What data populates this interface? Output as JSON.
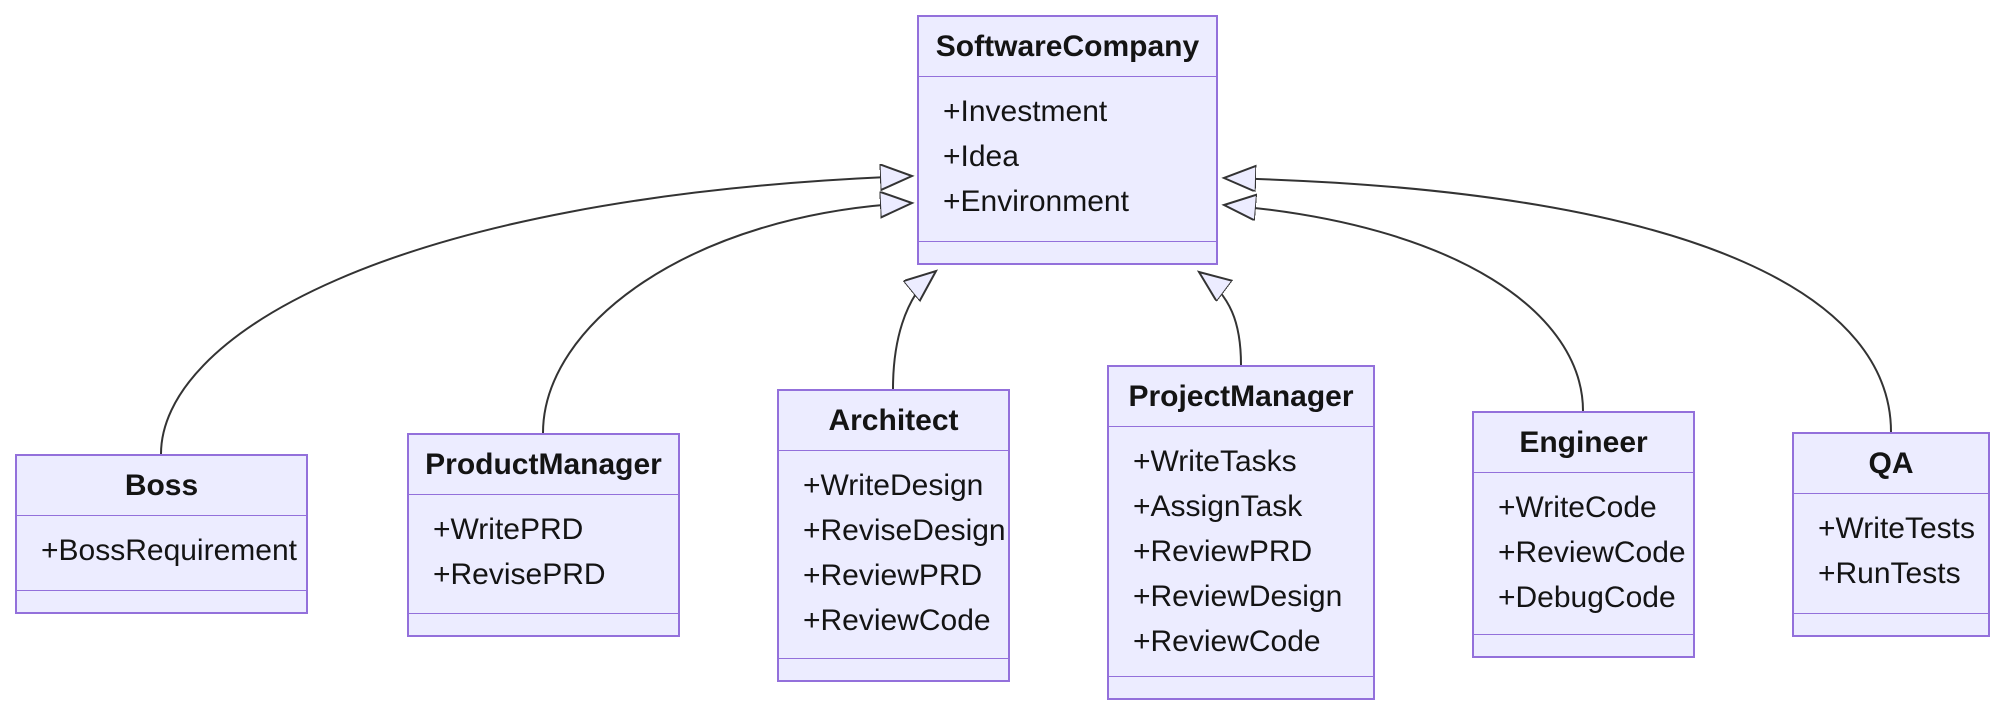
{
  "diagram": {
    "type": "uml-class-diagram",
    "classes": [
      {
        "name": "SoftwareCompany",
        "members": [
          "+Investment",
          "+Idea",
          "+Environment"
        ],
        "methods": []
      },
      {
        "name": "Boss",
        "members": [
          "+BossRequirement"
        ],
        "methods": []
      },
      {
        "name": "ProductManager",
        "members": [
          "+WritePRD",
          "+RevisePRD"
        ],
        "methods": []
      },
      {
        "name": "Architect",
        "members": [
          "+WriteDesign",
          "+ReviseDesign",
          "+ReviewPRD",
          "+ReviewCode"
        ],
        "methods": []
      },
      {
        "name": "ProjectManager",
        "members": [
          "+WriteTasks",
          "+AssignTask",
          "+ReviewPRD",
          "+ReviewDesign",
          "+ReviewCode"
        ],
        "methods": []
      },
      {
        "name": "Engineer",
        "members": [
          "+WriteCode",
          "+ReviewCode",
          "+DebugCode"
        ],
        "methods": []
      },
      {
        "name": "QA",
        "members": [
          "+WriteTests",
          "+RunTests"
        ],
        "methods": []
      }
    ],
    "relations": [
      {
        "from": "Boss",
        "to": "SoftwareCompany",
        "type": "inheritance",
        "arrow": "hollow-triangle"
      },
      {
        "from": "ProductManager",
        "to": "SoftwareCompany",
        "type": "inheritance",
        "arrow": "hollow-triangle"
      },
      {
        "from": "Architect",
        "to": "SoftwareCompany",
        "type": "inheritance",
        "arrow": "hollow-triangle"
      },
      {
        "from": "ProjectManager",
        "to": "SoftwareCompany",
        "type": "inheritance",
        "arrow": "hollow-triangle"
      },
      {
        "from": "Engineer",
        "to": "SoftwareCompany",
        "type": "inheritance",
        "arrow": "hollow-triangle"
      },
      {
        "from": "QA",
        "to": "SoftwareCompany",
        "type": "inheritance",
        "arrow": "hollow-triangle"
      }
    ],
    "colors": {
      "node_fill": "#ECECFF",
      "node_border": "#9370DB",
      "edge_line": "#333333",
      "arrowhead_fill": "#ECECFF",
      "text": "#141414",
      "background": "#FFFFFF"
    }
  }
}
